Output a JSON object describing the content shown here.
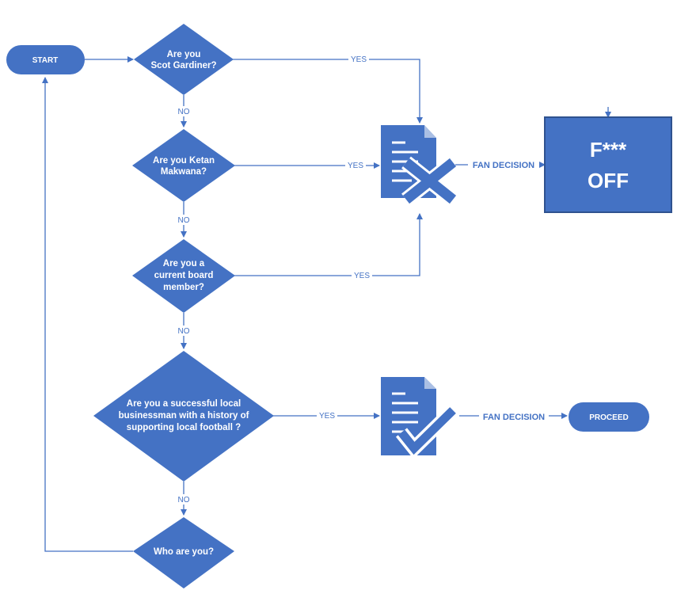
{
  "nodes": {
    "start": "START",
    "q1": [
      "Are you",
      "Scot Gardiner?"
    ],
    "q2": [
      "Are you Ketan",
      "Makwana?"
    ],
    "q3": [
      "Are you a",
      "current board",
      "member?"
    ],
    "q4": [
      "Are you a successful local",
      "businessman with a history of",
      "supporting local football ?"
    ],
    "q5": "Who are you?",
    "reject": [
      "F***",
      "OFF"
    ],
    "proceed": "PROCEED"
  },
  "edges": {
    "yes": "YES",
    "no": "NO",
    "fan_decision": "FAN DECISION"
  },
  "icons": {
    "reject_doc": "document-with-cross-icon",
    "accept_doc": "document-with-check-icon"
  },
  "colors": {
    "shape": "#4472C4",
    "text_on_shape": "#FFFFFF"
  }
}
